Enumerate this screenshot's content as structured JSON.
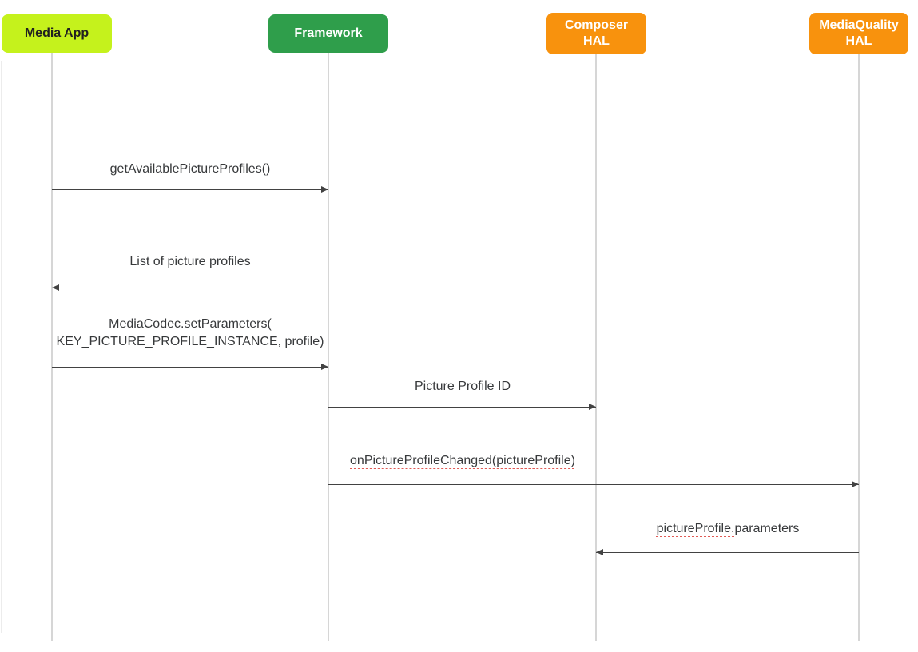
{
  "diagram": {
    "type": "sequence",
    "actors": [
      {
        "id": "media-app",
        "label": "Media App",
        "fill": "#c5f21c",
        "text_color": "#212121"
      },
      {
        "id": "framework",
        "label": "Framework",
        "fill": "#2f9e4b",
        "text_color": "#ffffff"
      },
      {
        "id": "composer-hal",
        "label": "Composer HAL",
        "fill": "#f8920d",
        "text_color": "#ffffff"
      },
      {
        "id": "mediaquality-hal",
        "label": "MediaQuality HAL",
        "fill": "#f8920d",
        "text_color": "#ffffff"
      }
    ],
    "messages": [
      {
        "from": "Media App",
        "to": "Framework",
        "direction": "right",
        "label": "getAvailablePictureProfiles()",
        "spellcheck_underline": true
      },
      {
        "from": "Framework",
        "to": "Media App",
        "direction": "left",
        "label": "List of picture profiles",
        "spellcheck_underline": false
      },
      {
        "from": "Media App",
        "to": "Framework",
        "direction": "right",
        "label_line1": "MediaCodec.setParameters(",
        "label_line2": "KEY_PICTURE_PROFILE_INSTANCE, profile)",
        "spellcheck_underline": false
      },
      {
        "from": "Framework",
        "to": "Composer HAL",
        "direction": "right",
        "label": "Picture Profile ID",
        "spellcheck_underline": false
      },
      {
        "from": "Framework",
        "to": "MediaQuality HAL",
        "direction": "right",
        "label": "onPictureProfileChanged(pictureProfile)",
        "spellcheck_underline": true
      },
      {
        "from": "MediaQuality HAL",
        "to": "Composer HAL",
        "direction": "left",
        "label_underlined_part": "pictureProfile.",
        "label_plain_part": "parameters",
        "spellcheck_underline": "partial"
      }
    ],
    "colors": {
      "media_app_fill": "#c5f21c",
      "framework_fill": "#2f9e4b",
      "hal_fill": "#f8920d",
      "lifeline": "#d6d6d6",
      "arrow": "#424242",
      "message_text": "#37393b",
      "spellcheck_underline": "#e05a55"
    }
  }
}
